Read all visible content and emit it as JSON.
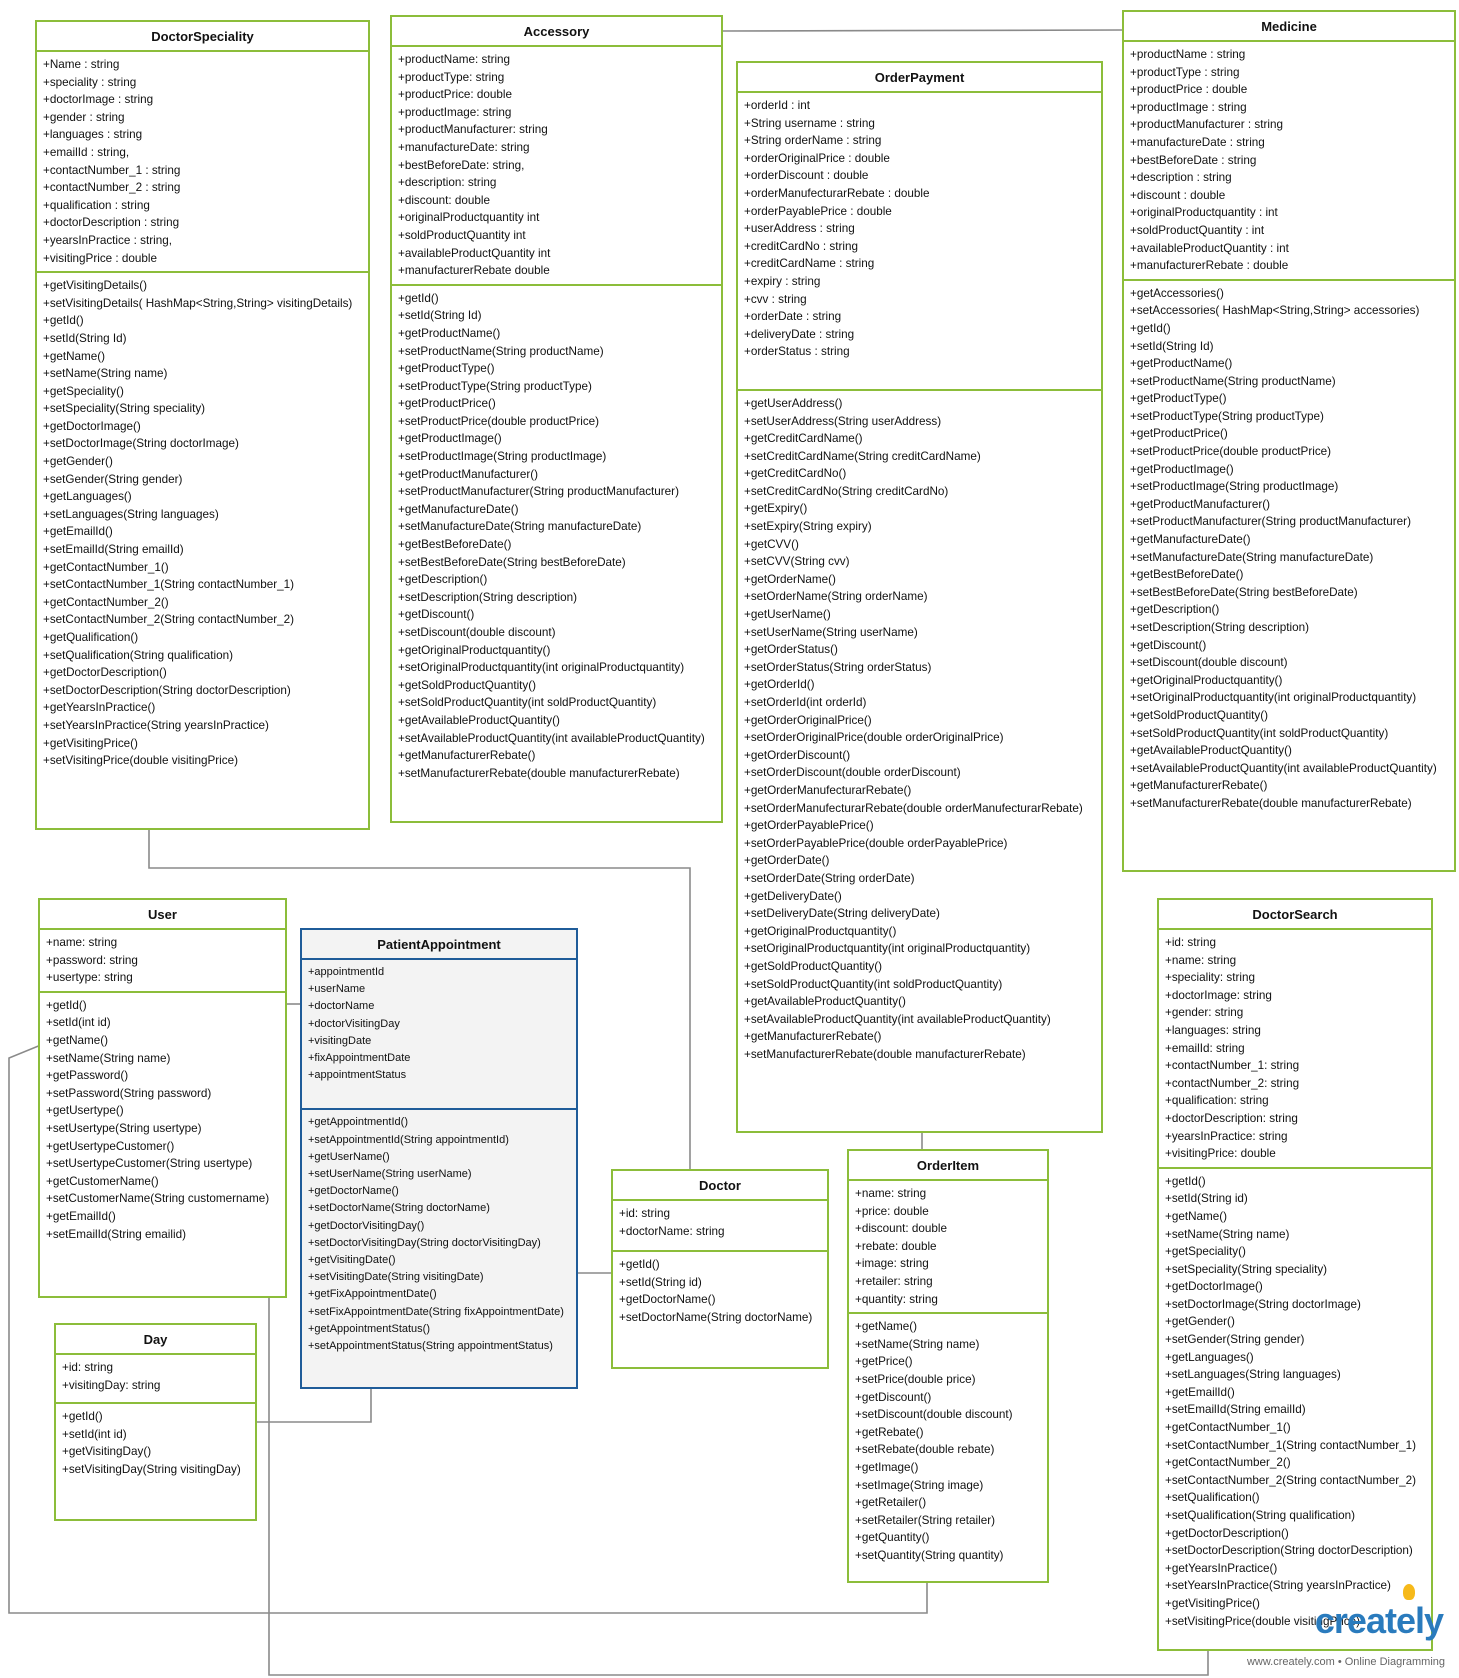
{
  "colors": {
    "class_border": "#8cbd3a",
    "selected_border": "#1f5c99",
    "connector": "#8a8a8a",
    "brand": "#2a7bbd"
  },
  "branding": {
    "logo": "creately",
    "tagline": "www.creately.com • Online Diagramming"
  },
  "classes": {
    "doctor_speciality": {
      "name": "DoctorSpeciality",
      "attributes": [
        "+Name : string",
        "+speciality : string",
        "+doctorImage : string",
        "+gender : string",
        "+languages : string",
        "+emailId : string,",
        "+contactNumber_1 : string",
        "+contactNumber_2 : string",
        "+qualification : string",
        "+doctorDescription : string",
        "+yearsInPractice : string,",
        "+visitingPrice : double"
      ],
      "operations": [
        "+getVisitingDetails()",
        "+setVisitingDetails( HashMap<String,String> visitingDetails)",
        "+getId()",
        "+setId(String Id)",
        "+getName()",
        "+setName(String name)",
        "+getSpeciality()",
        "+setSpeciality(String speciality)",
        "+getDoctorImage()",
        "+setDoctorImage(String doctorImage)",
        "+getGender()",
        "+setGender(String gender)",
        "+getLanguages()",
        "+setLanguages(String languages)",
        "+getEmailId()",
        "+setEmailId(String emailId)",
        "+getContactNumber_1()",
        "+setContactNumber_1(String contactNumber_1)",
        "+getContactNumber_2()",
        "+setContactNumber_2(String contactNumber_2)",
        "+getQualification()",
        "+setQualification(String qualification)",
        "+getDoctorDescription()",
        "+setDoctorDescription(String doctorDescription)",
        "+getYearsInPractice()",
        "+setYearsInPractice(String yearsInPractice)",
        "+getVisitingPrice()",
        "+setVisitingPrice(double visitingPrice)"
      ]
    },
    "accessory": {
      "name": "Accessory",
      "attributes": [
        "+productName: string",
        "+productType: string",
        "+productPrice: double",
        "+productImage: string",
        "+productManufacturer: string",
        "+manufactureDate: string",
        "+bestBeforeDate: string,",
        "+description: string",
        "+discount: double",
        "+originalProductquantity int",
        "+soldProductQuantity int",
        "+availableProductQuantity int",
        "+manufacturerRebate double"
      ],
      "operations": [
        "+getId()",
        "+setId(String Id)",
        "+getProductName()",
        "+setProductName(String productName)",
        "+getProductType()",
        "+setProductType(String productType)",
        "+getProductPrice()",
        "+setProductPrice(double productPrice)",
        "+getProductImage()",
        "+setProductImage(String productImage)",
        "+getProductManufacturer()",
        "+setProductManufacturer(String productManufacturer)",
        "+getManufactureDate()",
        "+setManufactureDate(String manufactureDate)",
        "+getBestBeforeDate()",
        "+setBestBeforeDate(String bestBeforeDate)",
        "+getDescription()",
        "+setDescription(String description)",
        "+getDiscount()",
        "+setDiscount(double discount)",
        "+getOriginalProductquantity()",
        "+setOriginalProductquantity(int originalProductquantity)",
        "+getSoldProductQuantity()",
        "+setSoldProductQuantity(int soldProductQuantity)",
        "+getAvailableProductQuantity()",
        "+setAvailableProductQuantity(int availableProductQuantity)",
        "+getManufacturerRebate()",
        "+setManufacturerRebate(double manufacturerRebate)"
      ]
    },
    "order_payment": {
      "name": "OrderPayment",
      "attributes": [
        "+orderId : int",
        "+String username : string",
        "+String orderName : string",
        "+orderOriginalPrice : double",
        "+orderDiscount : double",
        "+orderManufecturarRebate : double",
        "+orderPayablePrice : double",
        "+userAddress : string",
        "+creditCardNo : string",
        "+creditCardName : string",
        "+expiry : string",
        "+cvv : string",
        "+orderDate : string",
        "+deliveryDate : string",
        "+orderStatus : string"
      ],
      "operations": [
        "+getUserAddress()",
        "+setUserAddress(String userAddress)",
        "+getCreditCardName()",
        "+setCreditCardName(String creditCardName)",
        "+getCreditCardNo()",
        "+setCreditCardNo(String creditCardNo)",
        "+getExpiry()",
        "+setExpiry(String expiry)",
        "+getCVV()",
        "+setCVV(String cvv)",
        "+getOrderName()",
        "+setOrderName(String orderName)",
        "+getUserName()",
        "+setUserName(String userName)",
        "+getOrderStatus()",
        "+setOrderStatus(String orderStatus)",
        "+getOrderId()",
        "+setOrderId(int orderId)",
        "+getOrderOriginalPrice()",
        "+setOrderOriginalPrice(double orderOriginalPrice)",
        "+getOrderDiscount()",
        "+setOrderDiscount(double orderDiscount)",
        "+getOrderManufecturarRebate()",
        "+setOrderManufecturarRebate(double orderManufecturarRebate)",
        "+getOrderPayablePrice()",
        "+setOrderPayablePrice(double orderPayablePrice)",
        "+getOrderDate()",
        "+setOrderDate(String orderDate)",
        "+getDeliveryDate()",
        "+setDeliveryDate(String deliveryDate)",
        "+getOriginalProductquantity()",
        "+setOriginalProductquantity(int originalProductquantity)",
        "+getSoldProductQuantity()",
        "+setSoldProductQuantity(int soldProductQuantity)",
        "+getAvailableProductQuantity()",
        "+setAvailableProductQuantity(int availableProductQuantity)",
        "+getManufacturerRebate()",
        "+setManufacturerRebate(double manufacturerRebate)"
      ]
    },
    "medicine": {
      "name": "Medicine",
      "attributes": [
        "+productName : string",
        "+productType : string",
        "+productPrice : double",
        "+productImage : string",
        "+productManufacturer : string",
        "+manufactureDate : string",
        "+bestBeforeDate : string",
        "+description : string",
        "+discount : double",
        "+originalProductquantity : int",
        "+soldProductQuantity : int",
        "+availableProductQuantity : int",
        "+manufacturerRebate : double"
      ],
      "operations": [
        "+getAccessories()",
        "+setAccessories( HashMap<String,String> accessories)",
        "+getId()",
        "+setId(String Id)",
        "+getProductName()",
        "+setProductName(String productName)",
        "+getProductType()",
        "+setProductType(String productType)",
        "+getProductPrice()",
        "+setProductPrice(double productPrice)",
        "+getProductImage()",
        "+setProductImage(String productImage)",
        "+getProductManufacturer()",
        "+setProductManufacturer(String productManufacturer)",
        "+getManufactureDate()",
        "+setManufactureDate(String manufactureDate)",
        "+getBestBeforeDate()",
        "+setBestBeforeDate(String bestBeforeDate)",
        "+getDescription()",
        "+setDescription(String description)",
        "+getDiscount()",
        "+setDiscount(double discount)",
        "+getOriginalProductquantity()",
        "+setOriginalProductquantity(int originalProductquantity)",
        "+getSoldProductQuantity()",
        "+setSoldProductQuantity(int soldProductQuantity)",
        "+getAvailableProductQuantity()",
        "+setAvailableProductQuantity(int availableProductQuantity)",
        "+getManufacturerRebate()",
        "+setManufacturerRebate(double manufacturerRebate)"
      ]
    },
    "user": {
      "name": "User",
      "attributes": [
        "+name: string",
        "+password: string",
        "+usertype: string"
      ],
      "operations": [
        "+getId()",
        "+setId(int id)",
        "+getName()",
        "+setName(String name)",
        "+getPassword()",
        "+setPassword(String password)",
        "+getUsertype()",
        "+setUsertype(String usertype)",
        "+getUsertypeCustomer()",
        "+setUsertypeCustomer(String usertype)",
        "+getCustomerName()",
        "+setCustomerName(String customername)",
        "+getEmailId()",
        "+setEmailId(String emailid)"
      ]
    },
    "patient_appointment": {
      "name": "PatientAppointment",
      "attributes": [
        "+appointmentId",
        "+userName",
        "+doctorName",
        "+doctorVisitingDay",
        "+visitingDate",
        "+fixAppointmentDate",
        "+appointmentStatus"
      ],
      "operations": [
        "+getAppointmentId()",
        "+setAppointmentId(String appointmentId)",
        "+getUserName()",
        "+setUserName(String userName)",
        "+getDoctorName()",
        "+setDoctorName(String doctorName)",
        "+getDoctorVisitingDay()",
        "+setDoctorVisitingDay(String doctorVisitingDay)",
        "+getVisitingDate()",
        "+setVisitingDate(String visitingDate)",
        "+getFixAppointmentDate()",
        "+setFixAppointmentDate(String fixAppointmentDate)",
        "+getAppointmentStatus()",
        "+setAppointmentStatus(String appointmentStatus)"
      ]
    },
    "day": {
      "name": "Day",
      "attributes": [
        "+id: string",
        "+visitingDay: string"
      ],
      "operations": [
        "+getId()",
        "+setId(int id)",
        "+getVisitingDay()",
        "+setVisitingDay(String visitingDay)"
      ]
    },
    "doctor": {
      "name": "Doctor",
      "attributes": [
        "+id: string",
        "+doctorName: string"
      ],
      "operations": [
        "+getId()",
        "+setId(String id)",
        "+getDoctorName()",
        "+setDoctorName(String doctorName)"
      ]
    },
    "order_item": {
      "name": "OrderItem",
      "attributes": [
        "+name: string",
        "+price: double",
        "+discount: double",
        "+rebate: double",
        "+image: string",
        "+retailer: string",
        "+quantity: string"
      ],
      "operations": [
        "+getName()",
        "+setName(String name)",
        "+getPrice()",
        "+setPrice(double price)",
        "+getDiscount()",
        "+setDiscount(double discount)",
        "+getRebate()",
        "+setRebate(double rebate)",
        "+getImage()",
        "+setImage(String image)",
        "+getRetailer()",
        "+setRetailer(String retailer)",
        "+getQuantity()",
        "+setQuantity(String quantity)"
      ]
    },
    "doctor_search": {
      "name": "DoctorSearch",
      "attributes": [
        "+id: string",
        "+name: string",
        "+speciality: string",
        "+doctorImage: string",
        "+gender: string",
        "+languages: string",
        "+emailId: string",
        "+contactNumber_1: string",
        "+contactNumber_2: string",
        "+qualification: string",
        "+doctorDescription: string",
        "+yearsInPractice: string",
        "+visitingPrice: double"
      ],
      "operations": [
        "+getId()",
        "+setId(String id)",
        "+getName()",
        "+setName(String name)",
        "+getSpeciality()",
        "+setSpeciality(String speciality)",
        "+getDoctorImage()",
        "+setDoctorImage(String doctorImage)",
        "+getGender()",
        "+setGender(String gender)",
        "+getLanguages()",
        "+setLanguages(String languages)",
        "+getEmailId()",
        "+setEmailId(String emailId)",
        "+getContactNumber_1()",
        "+setContactNumber_1(String contactNumber_1)",
        "+getContactNumber_2()",
        "+setContactNumber_2(String contactNumber_2)",
        "+setQualification()",
        "+setQualification(String qualification)",
        "+getDoctorDescription()",
        "+setDoctorDescription(String doctorDescription)",
        "+getYearsInPractice()",
        "+setYearsInPractice(String yearsInPractice)",
        "+getVisitingPrice()",
        "+setVisitingPrice(double visitingPrice)"
      ]
    }
  }
}
